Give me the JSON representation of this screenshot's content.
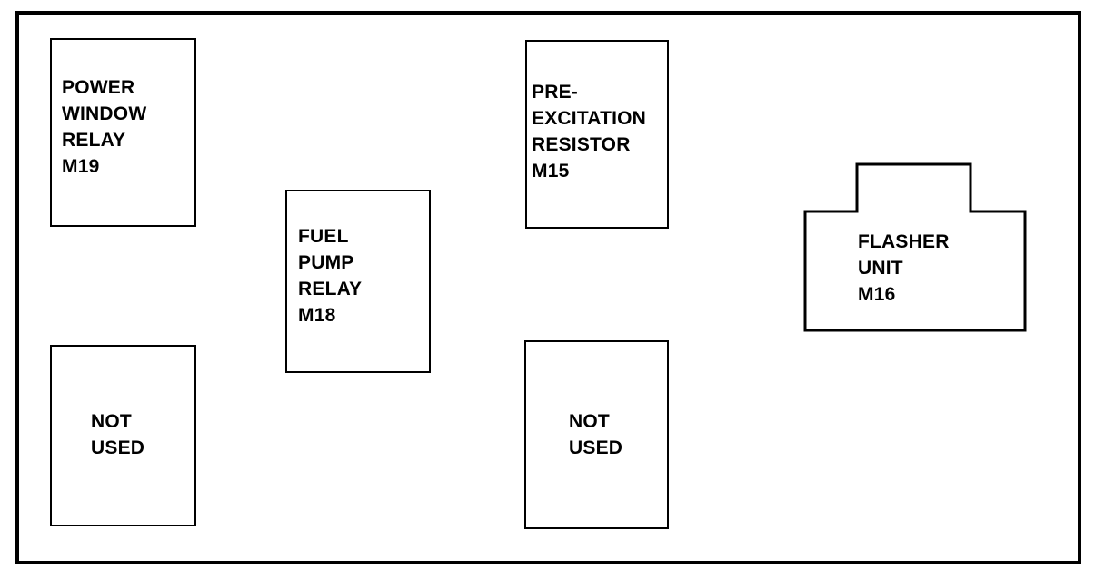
{
  "diagram": {
    "type": "relay-fuse-panel-layout",
    "frame": {
      "name": "panel-enclosure"
    },
    "components": [
      {
        "id": "power-window-relay",
        "shape": "rectangle",
        "lines": [
          "POWER",
          "WINDOW",
          "RELAY",
          "M19"
        ],
        "designator": "M19",
        "name": "POWER WINDOW RELAY"
      },
      {
        "id": "fuel-pump-relay",
        "shape": "rectangle",
        "lines": [
          "FUEL",
          "PUMP",
          "RELAY",
          "M18"
        ],
        "designator": "M18",
        "name": "FUEL PUMP RELAY"
      },
      {
        "id": "pre-excitation-resistor",
        "shape": "rectangle",
        "lines": [
          "PRE-",
          "EXCITATION",
          "RESISTOR",
          "M15"
        ],
        "designator": "M15",
        "name": "PRE-EXCITATION RESISTOR"
      },
      {
        "id": "flasher-unit",
        "shape": "pedestal",
        "lines": [
          "FLASHER",
          "UNIT",
          "M16"
        ],
        "designator": "M16",
        "name": "FLASHER UNIT"
      },
      {
        "id": "not-used-left",
        "shape": "rectangle",
        "lines": [
          "NOT",
          "USED"
        ],
        "designator": "",
        "name": "NOT USED"
      },
      {
        "id": "not-used-center",
        "shape": "rectangle",
        "lines": [
          "NOT",
          "USED"
        ],
        "designator": "",
        "name": "NOT USED"
      }
    ],
    "colors": {
      "stroke": "#000000",
      "fill": "#ffffff",
      "text": "#000000"
    }
  }
}
